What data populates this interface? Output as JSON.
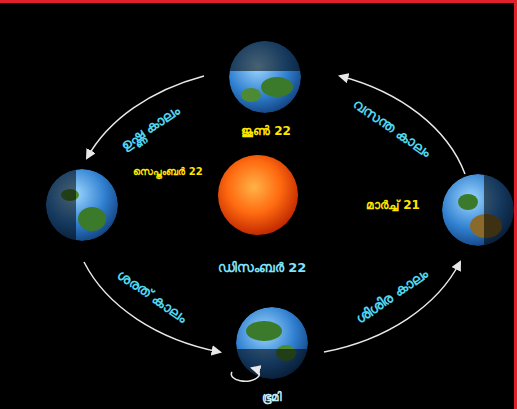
{
  "diagram": {
    "labels": [
      "ഉഷ്ണ കാലം",
      "ജൂൺ 22",
      "വസന്ത കാലം",
      "സെപ്തംബർ 22",
      "മാർച്ച് 21",
      "ഡിസംബർ 22",
      "ശരത് കാലം",
      "ശിശിര കാലം",
      "ഭൂമി"
    ]
  }
}
